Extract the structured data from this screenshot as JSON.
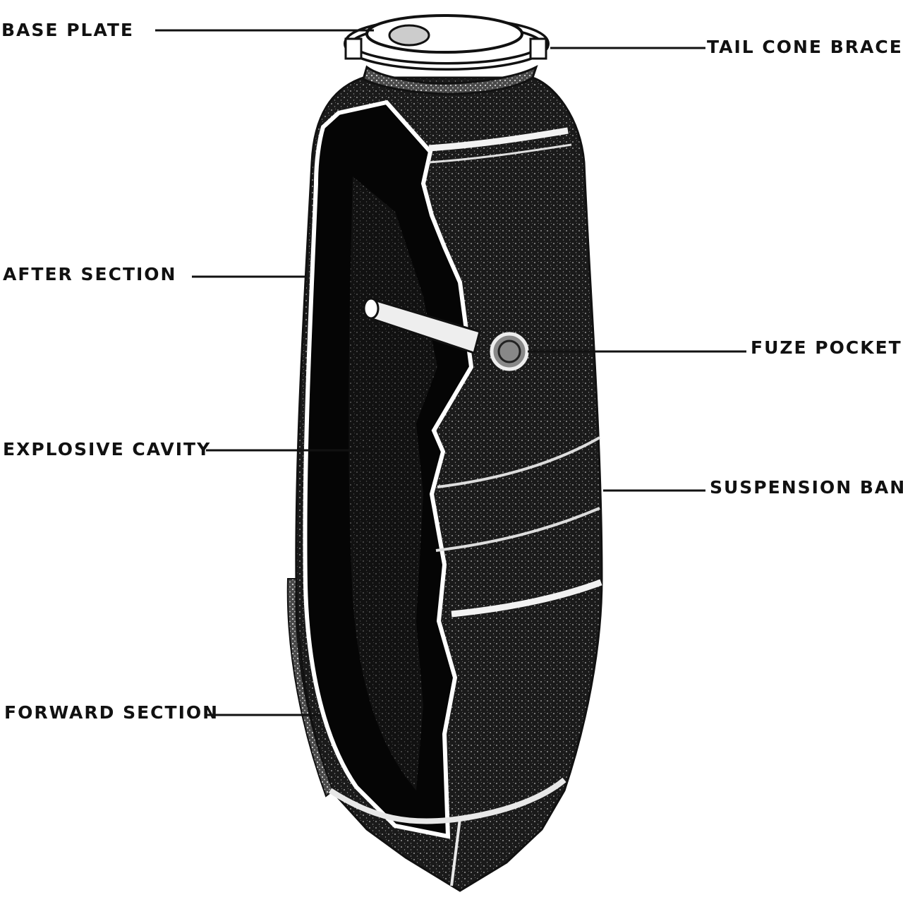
{
  "labels": {
    "base_plate": "BASE PLATE",
    "tail_cone_brace": "TAIL CONE BRACE",
    "after_section": "AFTER SECTION",
    "fuze_pocket": "FUZE POCKET",
    "explosive_cavity": "EXPLOSIVE CAVITY",
    "suspension_band": "SUSPENSION BAND",
    "forward_section": "FORWARD SECTION"
  },
  "colors": {
    "ink": "#111111",
    "paper": "#ffffff"
  }
}
